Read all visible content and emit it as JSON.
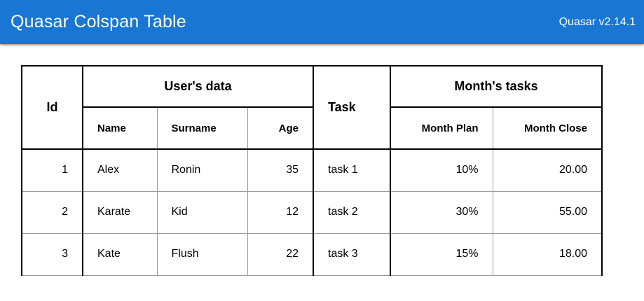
{
  "header": {
    "title": "Quasar Colspan Table",
    "version": "Quasar v2.14.1",
    "background_color": "#1976d2"
  },
  "table": {
    "group_headers": {
      "id": "Id",
      "users_data": "User's data",
      "task": "Task",
      "months_tasks": "Month's tasks"
    },
    "sub_headers": {
      "name": "Name",
      "surname": "Surname",
      "age": "Age",
      "month_plan": "Month Plan",
      "month_close": "Month Close"
    },
    "rows": [
      {
        "id": "1",
        "name": "Alex",
        "surname": "Ronin",
        "age": "35",
        "task": "task 1",
        "month_plan": "10%",
        "month_close": "20.00"
      },
      {
        "id": "2",
        "name": "Karate",
        "surname": "Kid",
        "age": "12",
        "task": "task 2",
        "month_plan": "30%",
        "month_close": "55.00"
      },
      {
        "id": "3",
        "name": "Kate",
        "surname": "Flush",
        "age": "22",
        "task": "task 3",
        "month_plan": "15%",
        "month_close": "18.00"
      }
    ]
  }
}
